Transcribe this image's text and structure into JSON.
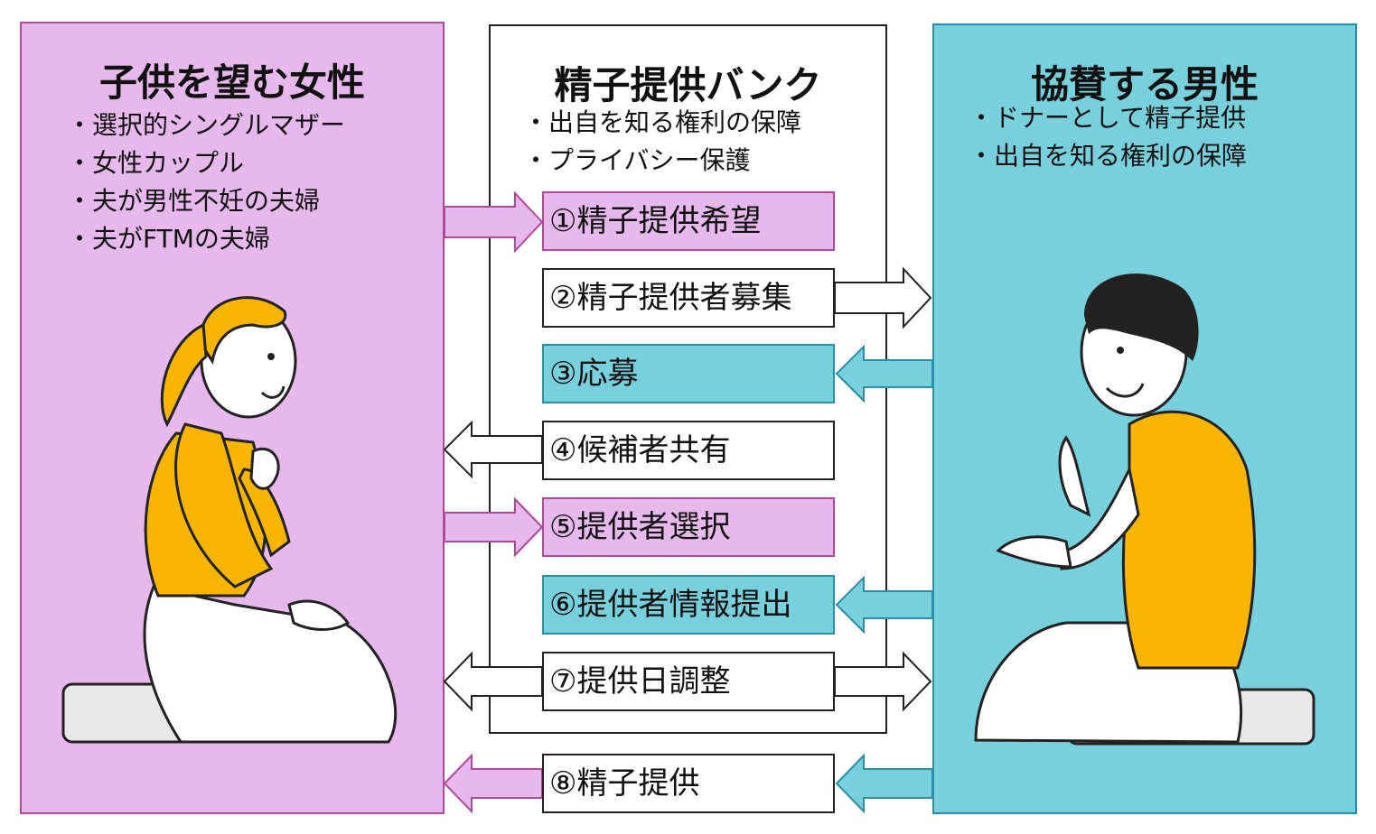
{
  "left": {
    "title": "子供を望む女性",
    "items": [
      "選択的シングルマザー",
      "女性カップル",
      "夫が男性不妊の夫婦",
      "夫がFTMの夫婦"
    ]
  },
  "center": {
    "title": "精子提供バンク",
    "items": [
      "出自を知る権利の保障",
      "プライバシー保護"
    ]
  },
  "right": {
    "title": "協賛する男性",
    "items": [
      "ドナーとして精子提供",
      "出自を知る権利の保障"
    ]
  },
  "steps": [
    {
      "label": "①精子提供希望",
      "from": "女性",
      "to": "バンク",
      "style": "pink"
    },
    {
      "label": "②精子提供者募集",
      "from": "バンク",
      "to": "男性",
      "style": "white"
    },
    {
      "label": "③応募",
      "from": "男性",
      "to": "バンク",
      "style": "teal"
    },
    {
      "label": "④候補者共有",
      "from": "バンク",
      "to": "女性",
      "style": "white"
    },
    {
      "label": "⑤提供者選択",
      "from": "女性",
      "to": "バンク",
      "style": "pink"
    },
    {
      "label": "⑥提供者情報提出",
      "from": "男性",
      "to": "バンク",
      "style": "teal"
    },
    {
      "label": "⑦提供日調整",
      "from": "バンク",
      "to": "女性・男性",
      "style": "white"
    },
    {
      "label": "⑧精子提供",
      "from": "男性",
      "to": "女性",
      "style": "white"
    }
  ],
  "colors": {
    "woman_panel": "#e6b8ec",
    "man_panel": "#78d0dc",
    "woman_arrow": "#e6b8ec",
    "man_arrow": "#78d0dc",
    "shirt": "#f7b500"
  },
  "illustrations": [
    "seated-woman-illustration",
    "seated-man-illustration"
  ]
}
